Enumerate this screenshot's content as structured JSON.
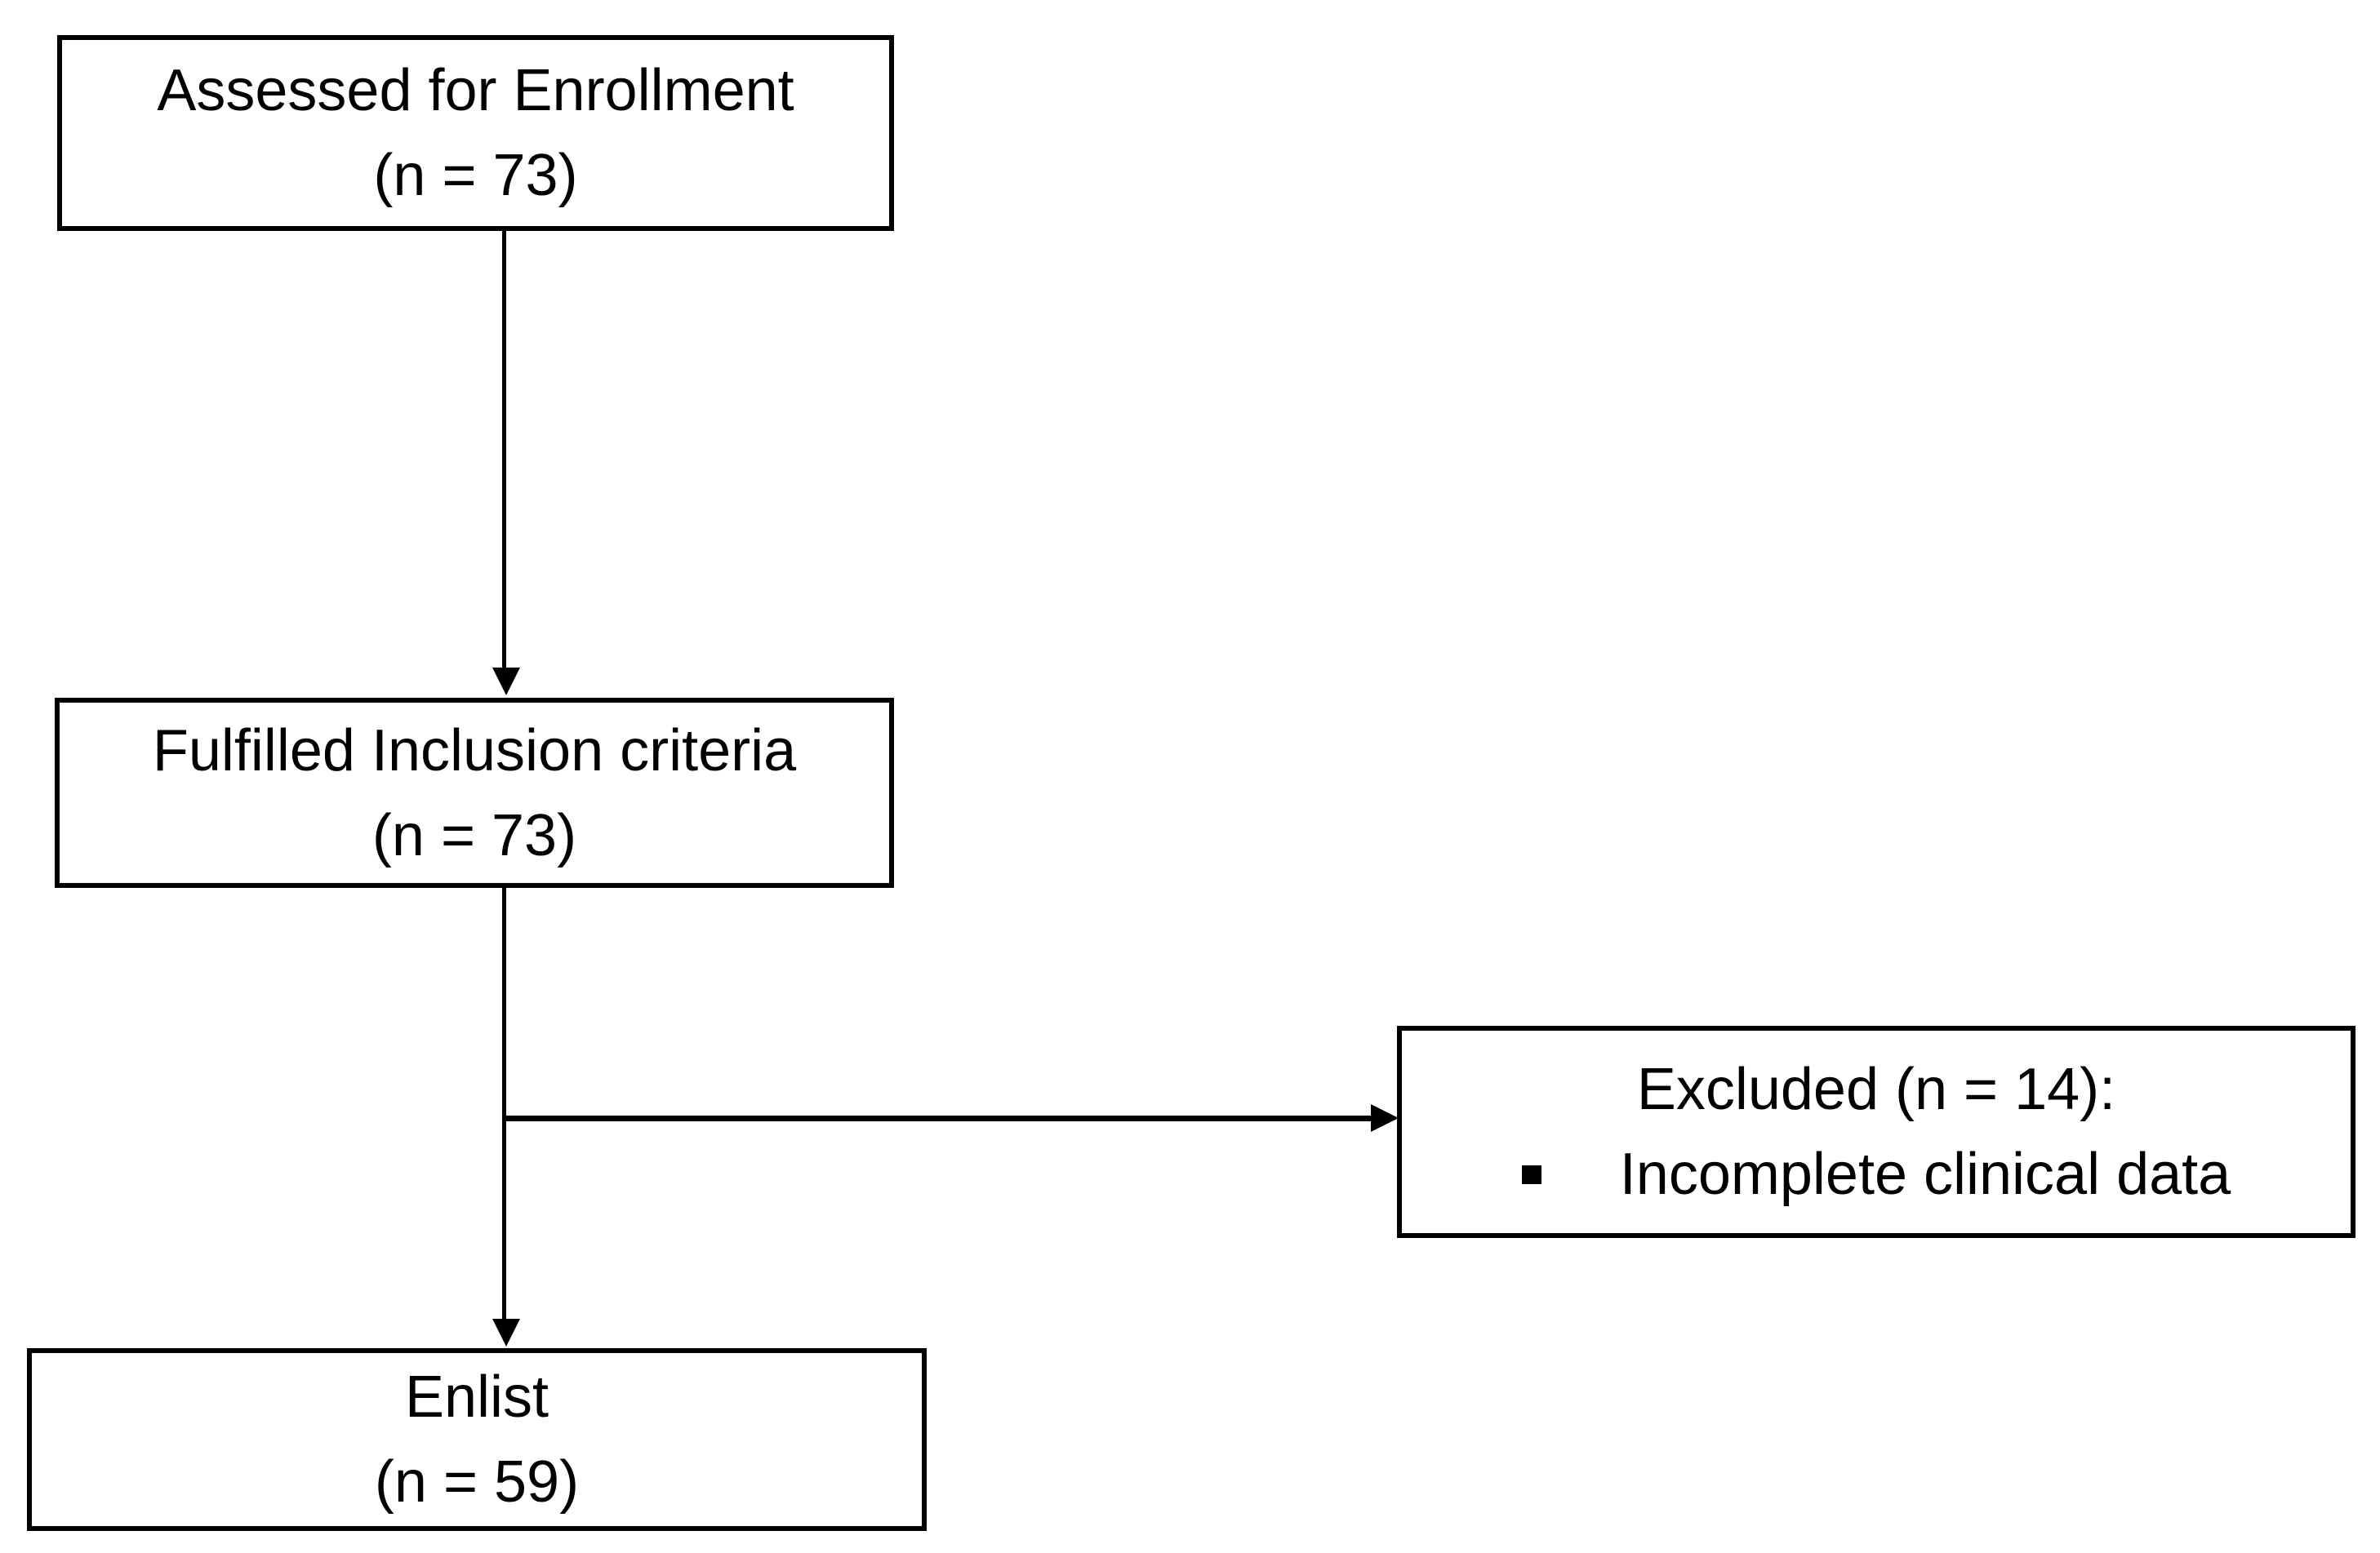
{
  "figure": {
    "type": "flowchart",
    "description": "Study enrollment flow diagram",
    "colors": {
      "background": "#ffffff",
      "box_fill": "#ffffff",
      "box_border": "#000000",
      "line": "#000000",
      "text": "#000000"
    },
    "boxes": {
      "assessed": {
        "line1": "Assessed for Enrollment",
        "line2": "(n = 73)"
      },
      "inclusion": {
        "line1": "Fulfilled Inclusion criteria",
        "line2": "(n = 73)"
      },
      "excluded": {
        "title": "Excluded (n = 14):",
        "bullet_marker": "▪",
        "bullet_text": "Incomplete clinical data"
      },
      "enlist": {
        "line1": "Enlist",
        "line2": "(n = 59)"
      }
    },
    "edges": [
      {
        "from": "assessed",
        "to": "inclusion",
        "style": "arrow-down"
      },
      {
        "from": "inclusion",
        "to": "enlist",
        "style": "arrow-down"
      },
      {
        "from": "inclusion",
        "to": "excluded",
        "style": "arrow-right-branch"
      }
    ]
  }
}
